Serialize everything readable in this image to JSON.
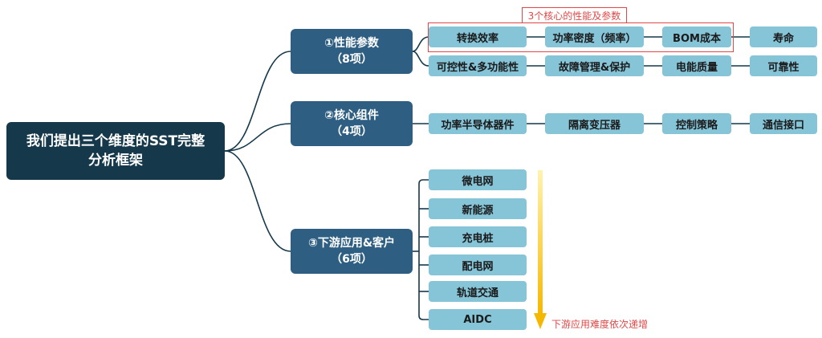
{
  "root": {
    "title": "我们提出三个维度的SST完整分析框架"
  },
  "branches": [
    {
      "title": "①性能参数",
      "count": "（8项）",
      "rows": [
        [
          "转换效率",
          "功率密度（频率）",
          "BOM成本",
          "寿命"
        ],
        [
          "可控性&多功能性",
          "故障管理&保护",
          "电能质量",
          "可靠性"
        ]
      ]
    },
    {
      "title": "②核心组件",
      "count": "（4项）",
      "rows": [
        [
          "功率半导体器件",
          "隔离变压器",
          "控制策略",
          "通信接口"
        ]
      ]
    },
    {
      "title": "③下游应用&客户",
      "count": "（6项）",
      "items": [
        "微电网",
        "新能源",
        "充电桩",
        "配电网",
        "轨道交通",
        "AIDC"
      ]
    }
  ],
  "annotations": {
    "highlight_label": "3个核心的性能及参数",
    "arrow_note": "下游应用难度依次递增"
  },
  "colors": {
    "root": "#15384a",
    "branch": "#2e5e82",
    "leaf": "#86c4d8",
    "connector": "#15384a",
    "highlight": "#e04848",
    "arrow": "#f5b800"
  }
}
